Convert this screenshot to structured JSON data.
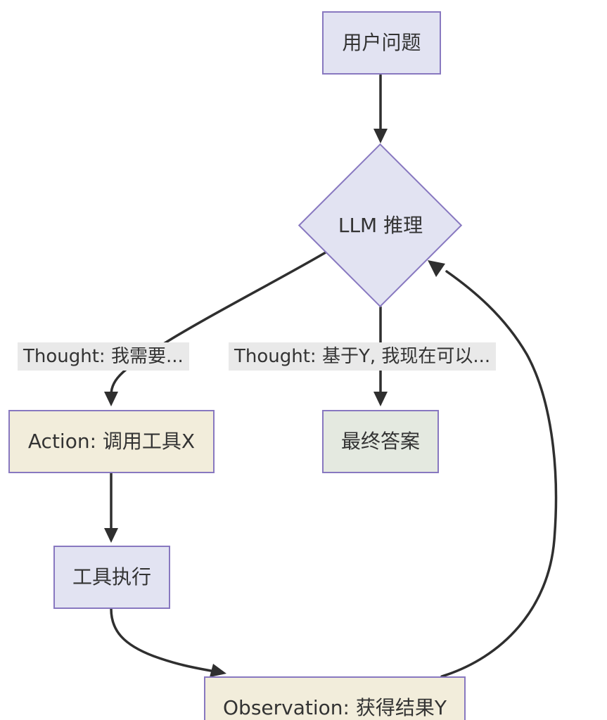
{
  "diagram": {
    "type": "flowchart",
    "nodes": {
      "user_question": {
        "label": "用户问题",
        "shape": "rect"
      },
      "llm_reasoning": {
        "label": "LLM 推理",
        "shape": "diamond"
      },
      "action": {
        "label": "Action: 调用工具X",
        "shape": "rect"
      },
      "final_answer": {
        "label": "最终答案",
        "shape": "rect"
      },
      "tool_exec": {
        "label": "工具执行",
        "shape": "rect"
      },
      "observation": {
        "label": "Observation: 获得结果Y",
        "shape": "rect"
      }
    },
    "edge_labels": {
      "thought_need": "Thought: 我需要...",
      "thought_final": "Thought: 基于Y, 我现在可以..."
    },
    "edges": [
      {
        "from": "user_question",
        "to": "llm_reasoning"
      },
      {
        "from": "llm_reasoning",
        "to": "action",
        "label": "Thought: 我需要..."
      },
      {
        "from": "llm_reasoning",
        "to": "final_answer",
        "label": "Thought: 基于Y, 我现在可以..."
      },
      {
        "from": "action",
        "to": "tool_exec"
      },
      {
        "from": "tool_exec",
        "to": "observation"
      },
      {
        "from": "observation",
        "to": "llm_reasoning"
      }
    ],
    "colors": {
      "node_fill_lavender": "#e2e3f2",
      "node_fill_cream": "#f2eddb",
      "node_fill_green": "#e4e9e0",
      "node_stroke": "#8878c0",
      "edge_color": "#2f2f2f",
      "label_bg": "#e9e9e9",
      "text": "#333333"
    }
  }
}
